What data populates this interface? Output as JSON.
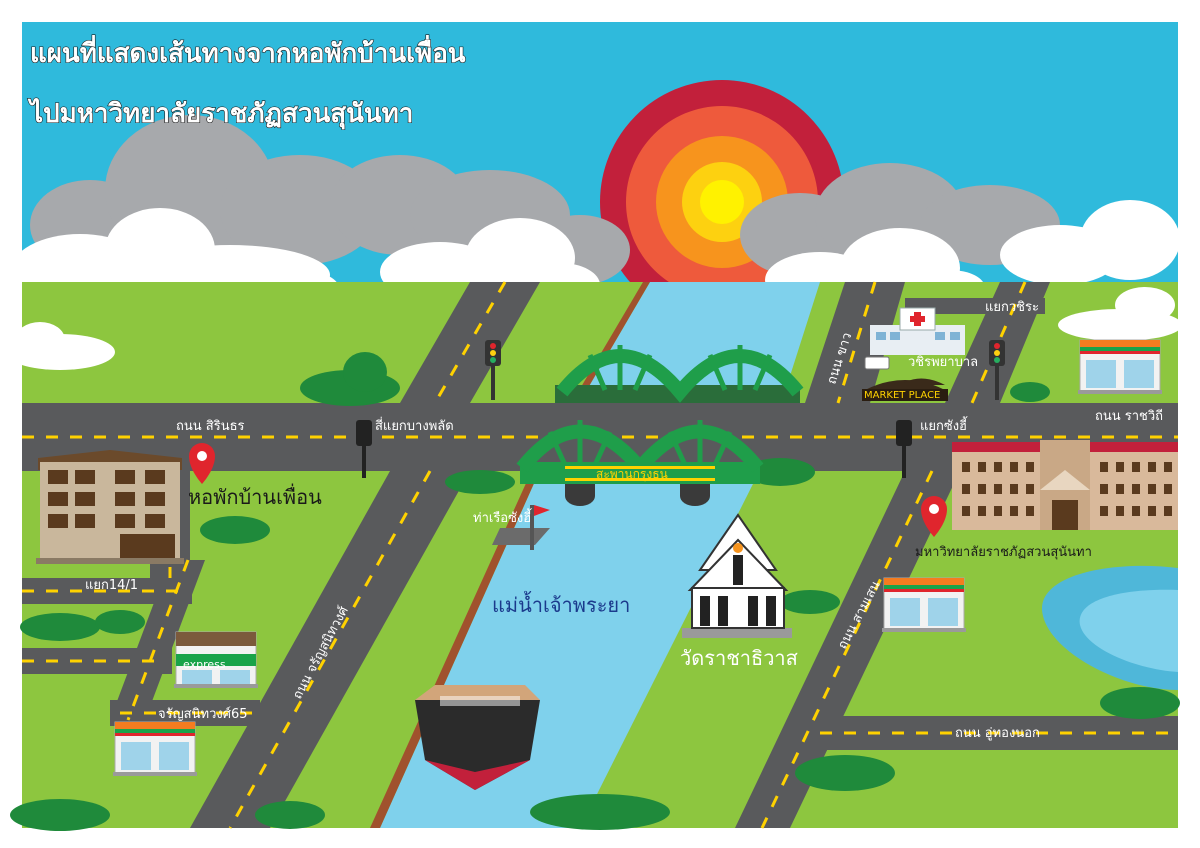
{
  "title": {
    "line1": "แผนที่แสดงเส้นทางจากหอพักบ้านเพื่อน",
    "line2": "ไปมหาวิทยาลัยราชภัฏสวนสุนันทา"
  },
  "roads": {
    "sirindhorn": "ถนน สิรินธร",
    "ratchawithi": "ถนน ราชวิถี",
    "khao": "ถนน ขาว",
    "charan": "ถนน จรัญสนิทวงศ์",
    "samsen": "ถนน สามเสน",
    "uthong": "ถนน อู่ทองนอก"
  },
  "intersections": {
    "bang_phlat": "สี่แยกบางพลัด",
    "sang_hi": "แยกซังฮี้",
    "wachira": "แยกวชิระ",
    "yaek_14_1": "แยก14/1",
    "charan_65": "จรัญสนิทวงศ์65"
  },
  "places": {
    "dorm": "หอพักบ้านเพื่อน",
    "university": "มหาวิทยาลัยราชภัฏสวนสุนันทา",
    "river": "แม่น้ำเจ้าพระยา",
    "temple": "วัดราชาธิวาส",
    "bridge": "สะพานกรุงธน",
    "pier": "ท่าเรือซังฮี้",
    "hospital": "วชิรพยาบาล",
    "market": "MARKET PLACE",
    "express": "express"
  },
  "colors": {
    "sky": "#2fbadc",
    "grass": "#8dc63f",
    "road": "#595a5c",
    "river": "#7fd1ec",
    "bridge": "#1f9e4a",
    "pin": "#e0252d",
    "sun_outer": "#c2203b",
    "sun_inner": "#fff200"
  },
  "icons": {
    "pin": "map-pin-icon",
    "traffic_light": "traffic-light-icon",
    "hospital": "hospital-icon",
    "store": "convenience-store-icon"
  }
}
